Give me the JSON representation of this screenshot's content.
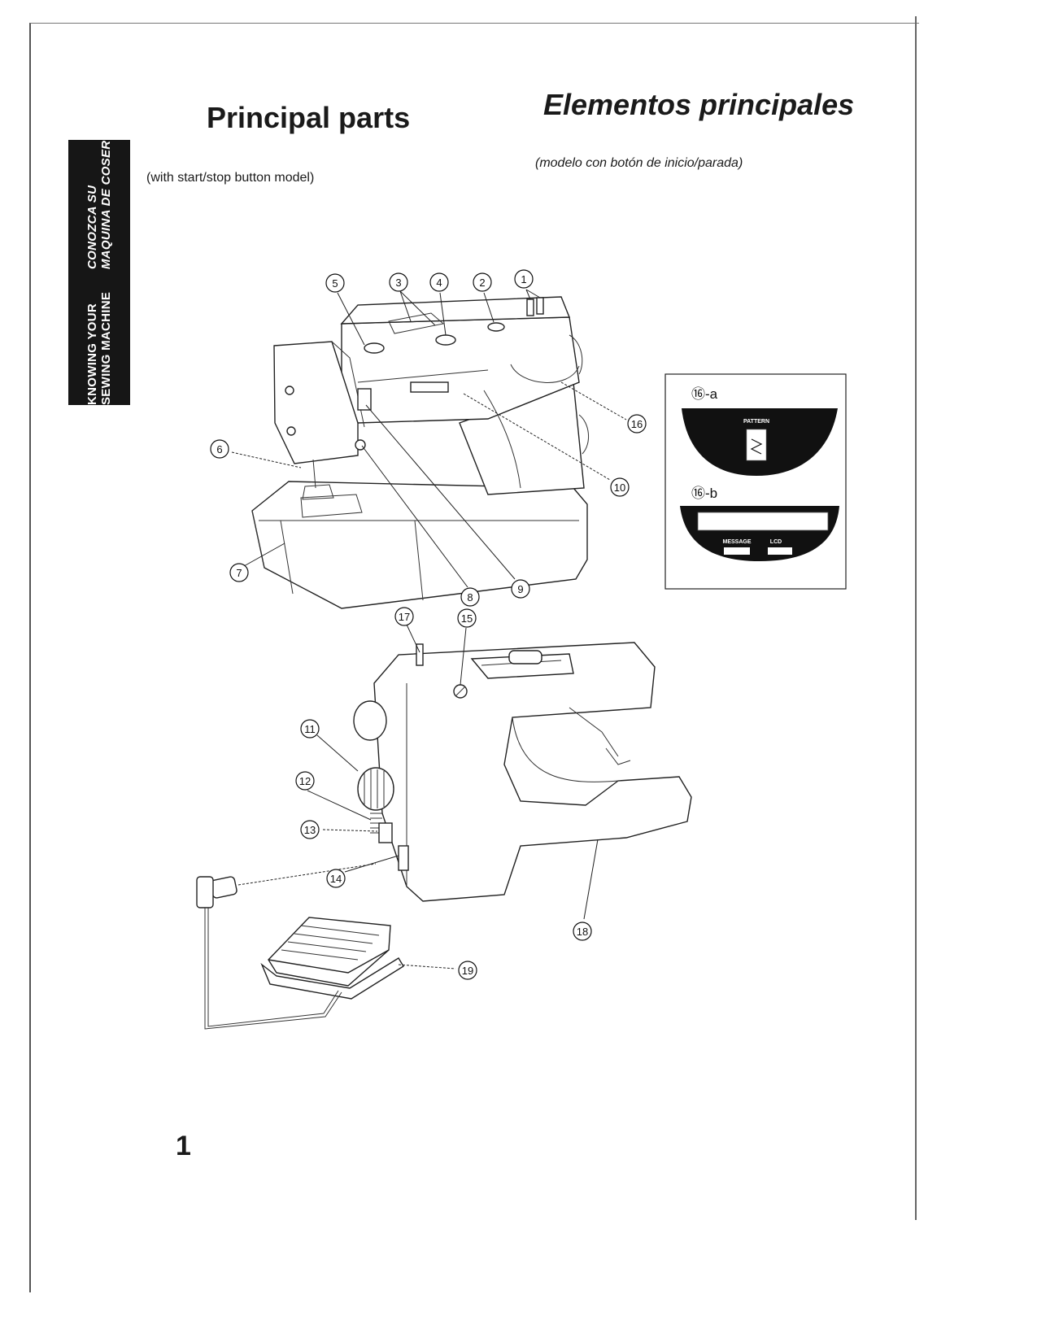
{
  "side_tab": {
    "line1": "KNOWING YOUR SEWING MACHINE",
    "line2": "CONOZCA SU MAQUINA DE COSER"
  },
  "header": {
    "title_en": "Principal parts",
    "title_es": "Elementos principales",
    "subtitle_en": "(with start/stop button model)",
    "subtitle_es": "(modelo con botón de inicio/parada)"
  },
  "callouts": {
    "c1": "1",
    "c2": "2",
    "c3": "3",
    "c4": "4",
    "c5": "5",
    "c6": "6",
    "c7": "7",
    "c8": "8",
    "c9": "9",
    "c10": "10",
    "c11": "11",
    "c12": "12",
    "c13": "13",
    "c14": "14",
    "c15": "15",
    "c16": "16",
    "c17": "17",
    "c18": "18",
    "c19": "19"
  },
  "inset": {
    "label_a": "⑯-a",
    "label_b": "⑯-b",
    "pattern_text": "PATTERN",
    "message_text": "MESSAGE",
    "lcd_text": "LCD"
  },
  "page_number": "1"
}
